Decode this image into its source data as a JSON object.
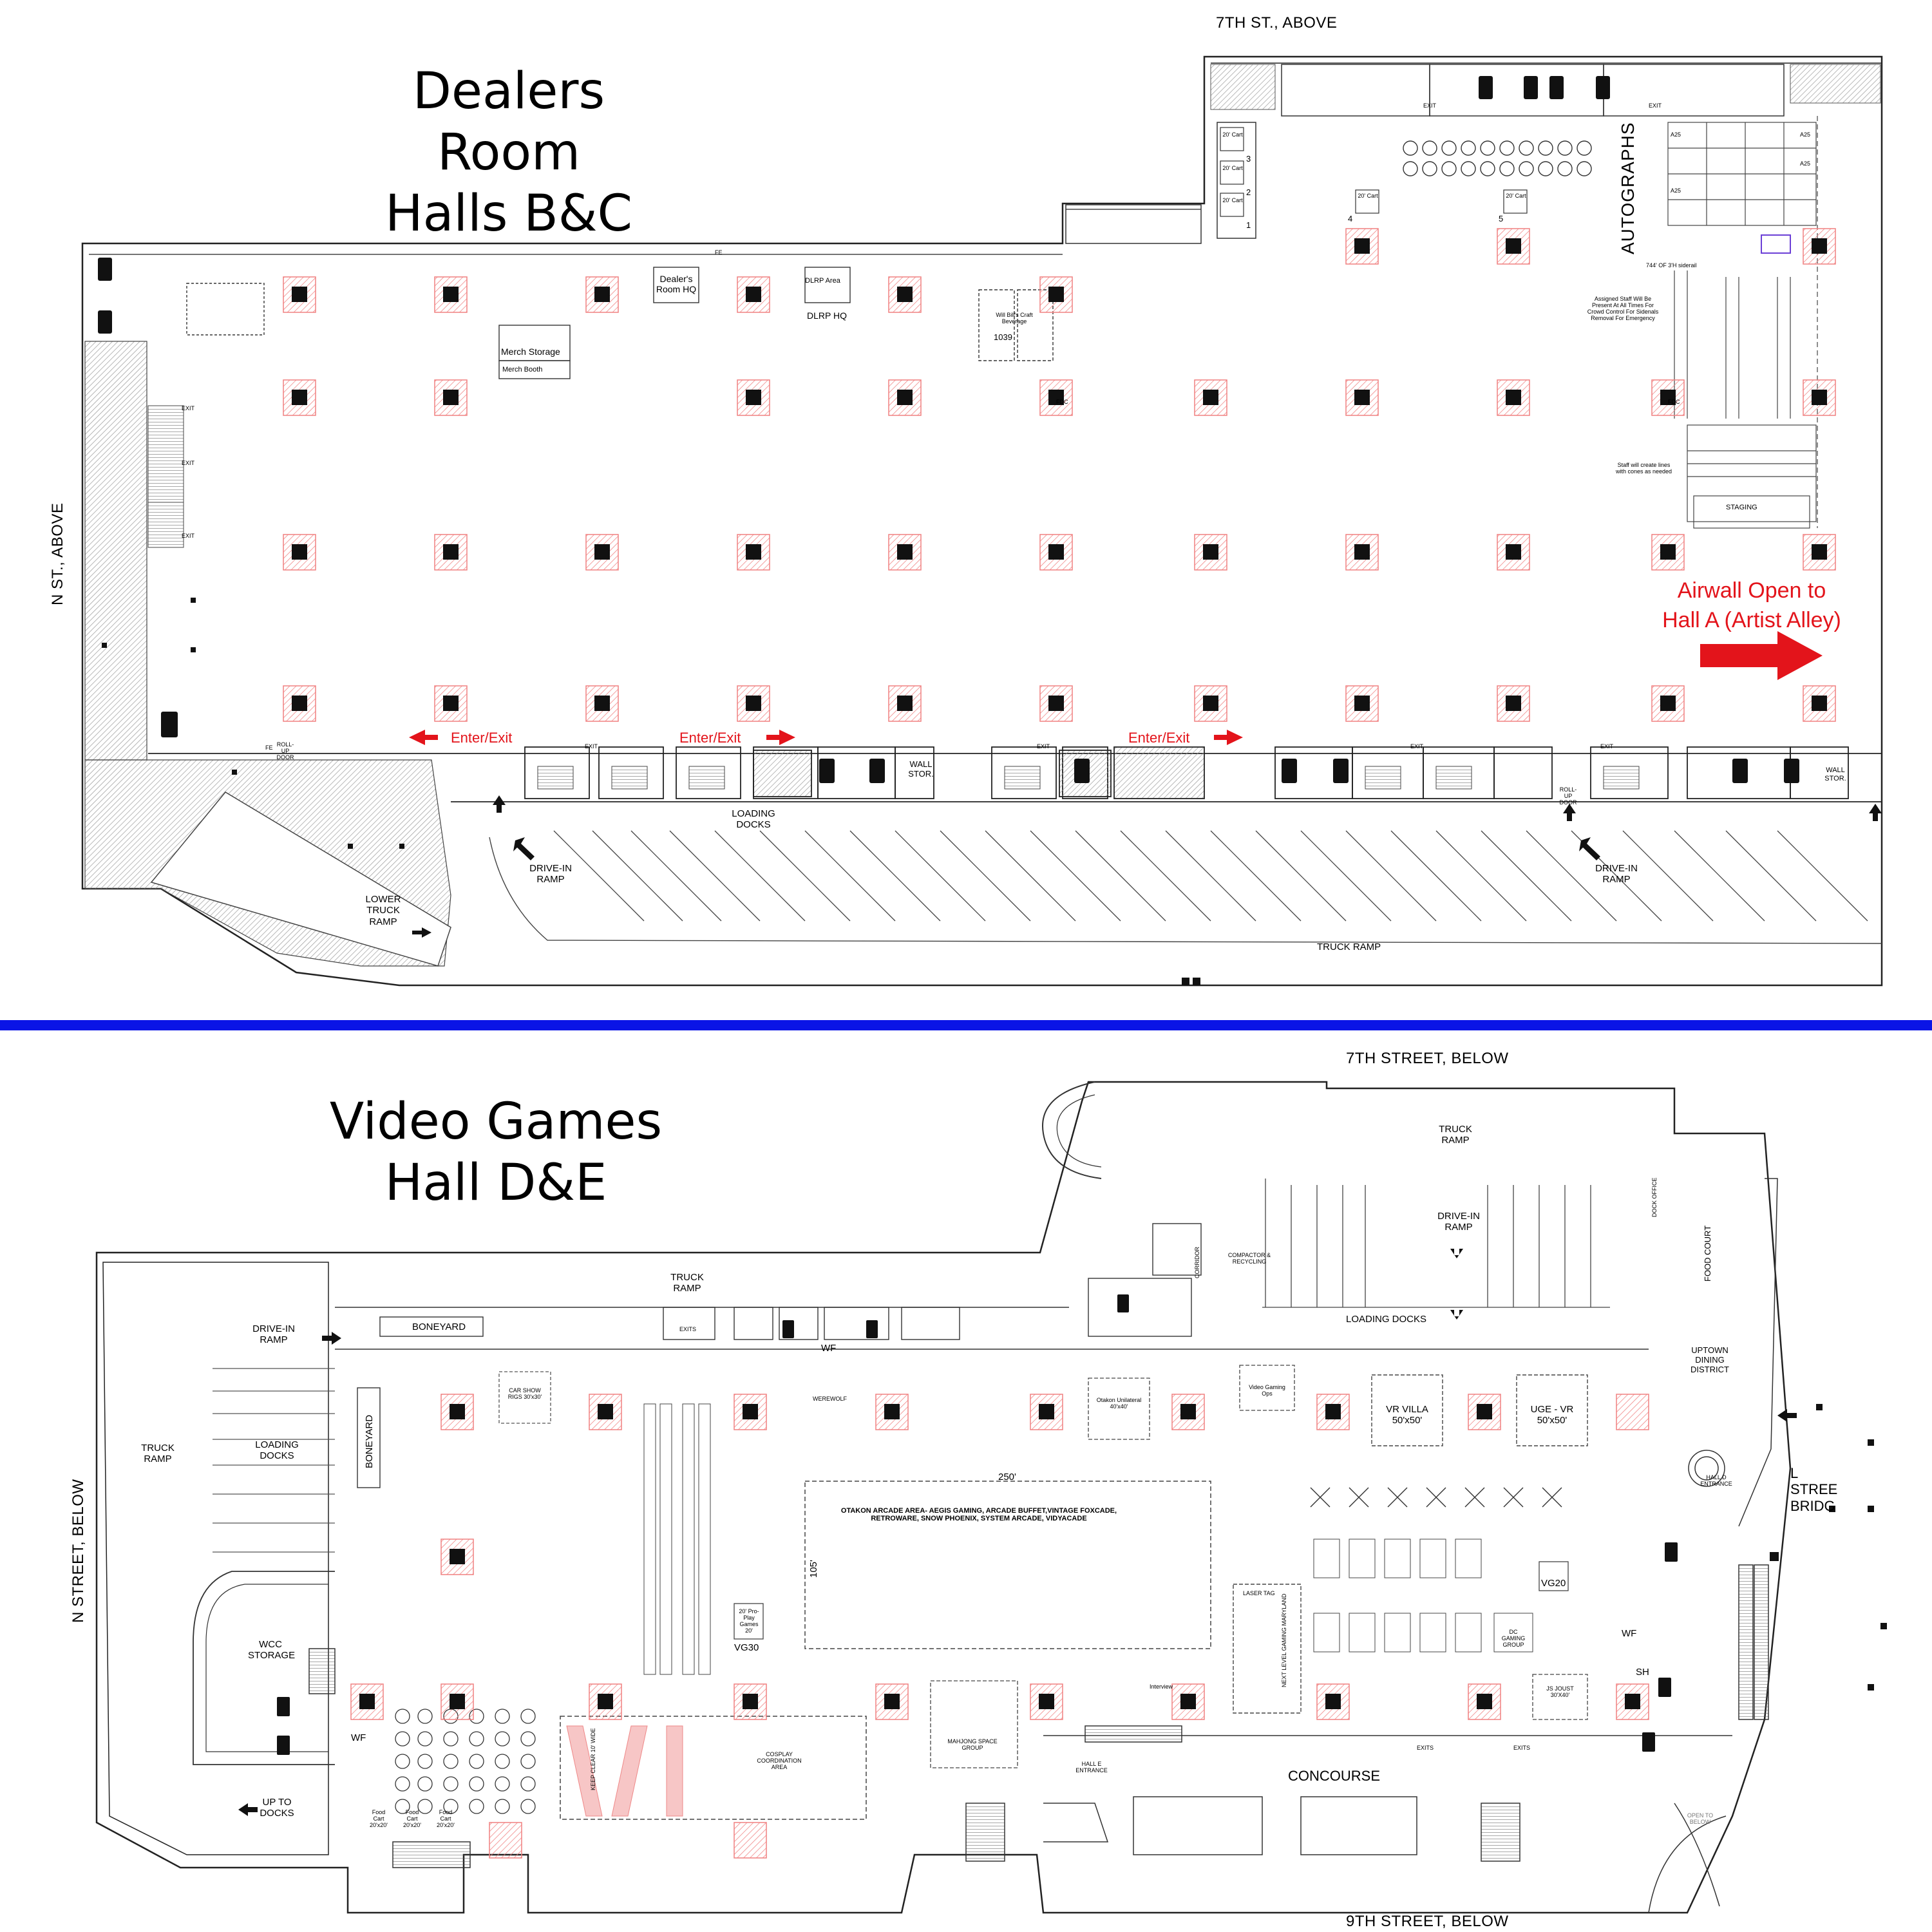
{
  "top_plan": {
    "title_line1": "Dealers Room",
    "title_line2": "Halls B&C",
    "street_north": "7TH ST., ABOVE",
    "street_west": "N ST., ABOVE",
    "autographs": "AUTOGRAPHS",
    "airwall_line1": "Airwall Open to",
    "airwall_line2": "Hall A (Artist Alley)",
    "enter_exit": "Enter/Exit",
    "dealers_room_hq": "Dealer's Room HQ",
    "dlrp_area": "DLRP Area",
    "dlrp_hq": "DLRP HQ",
    "merch_storage": "Merch Storage",
    "merch_booth": "Merch Booth",
    "will_bills": "Will Bill's Craft Beverage",
    "booth_1039": "1039",
    "loading_docks": "LOADING DOCKS",
    "drive_in_ramp": "DRIVE-IN RAMP",
    "lower_truck_ramp": "LOWER TRUCK RAMP",
    "truck_ramp": "TRUCK RAMP",
    "wall_stor": "WALL STOR.",
    "staging": "STAGING",
    "staff_lines": "Staff will create lines with cones as needed",
    "assigned_staff": "Assigned Staff Will Be Present At All Times For Crowd Control For Sidenals Removal For Emergency",
    "siderail": "744' OF 3'H siderail",
    "cart": "20' Cart",
    "fe": "FE",
    "exit": "EXIT",
    "fdc": "FDC",
    "roll_up_door": "ROLL-UP DOOR",
    "cart_numbers": [
      "3",
      "2",
      "1",
      "4",
      "5"
    ],
    "autograph_labels": [
      "A25",
      "A25",
      "A25",
      "A25"
    ]
  },
  "bottom_plan": {
    "title_line1": "Video Games",
    "title_line2": "Hall D&E",
    "street_north": "7TH STREET, BELOW",
    "street_south": "9TH STREET, BELOW",
    "street_west": "N STREET, BELOW",
    "l_street_bridge": "L STREE BRIDG",
    "truck_ramp": "TRUCK RAMP",
    "drive_in_ramp": "DRIVE-IN RAMP",
    "boneyard": "BONEYARD",
    "loading_docks": "LOADING DOCKS",
    "wcc_storage": "WCC STORAGE",
    "up_to_docks": "UP TO DOCKS",
    "car_show_rigs": "CAR SHOW RIGS 30'x30'",
    "arcade_dimension": "250'",
    "arcade_side_dimension": "105'",
    "arcade_area": "OTAKON ARCADE AREA- AEGIS GAMING, ARCADE BUFFET,VINTAGE FOXCADE, RETROWARE, SNOW PHOENIX, SYSTEM ARCADE, VIDYACADE",
    "pro_play": "20' Pro-Play Games 20'",
    "vg30": "VG30",
    "vg20": "VG20",
    "video_gaming_ops": "Video Gaming Ops",
    "vr_villa": "VR VILLA 50'x50'",
    "uge_vr": "UGE - VR 50'x50'",
    "laser_tag": "LASER TAG",
    "next_level": "NEXT LEVEL GAMING MARYLAND",
    "cosplay": "COSPLAY COORDINATION AREA",
    "js_joust": "JS JOUST 30'X40'",
    "concourse": "CONCOURSE",
    "hall_e_entrance": "HALL E ENTRANCE",
    "hall_d_entrance": "HALL D ENTRANCE",
    "uptown_dining": "UPTOWN DINING DISTRICT",
    "food_court": "FOOD COURT",
    "dock_office": "DOCK OFFICE",
    "corridor": "CORRIDOR",
    "compactor": "COMPACTOR & RECYCLING",
    "open_to_below": "OPEN TO BELOW",
    "food_cart": "Food Cart 20'x20'",
    "wf": "WF",
    "sh": "SH",
    "exits": "EXITS",
    "keep_clear": "KEEP CLEAR 10' WIDE",
    "werewolf": "WEREWOLF",
    "mahjong": "MAHJONG SPACE GROUP",
    "dc_gaming": "DC GAMING GROUP",
    "interview": "Interview",
    "otakon_unilateral": "Otakon Unilateral 40'x40'"
  },
  "colors": {
    "divider": "#0a14e6",
    "accent_red": "#e3141b",
    "hatch": "#f08080",
    "line": "#222222"
  }
}
